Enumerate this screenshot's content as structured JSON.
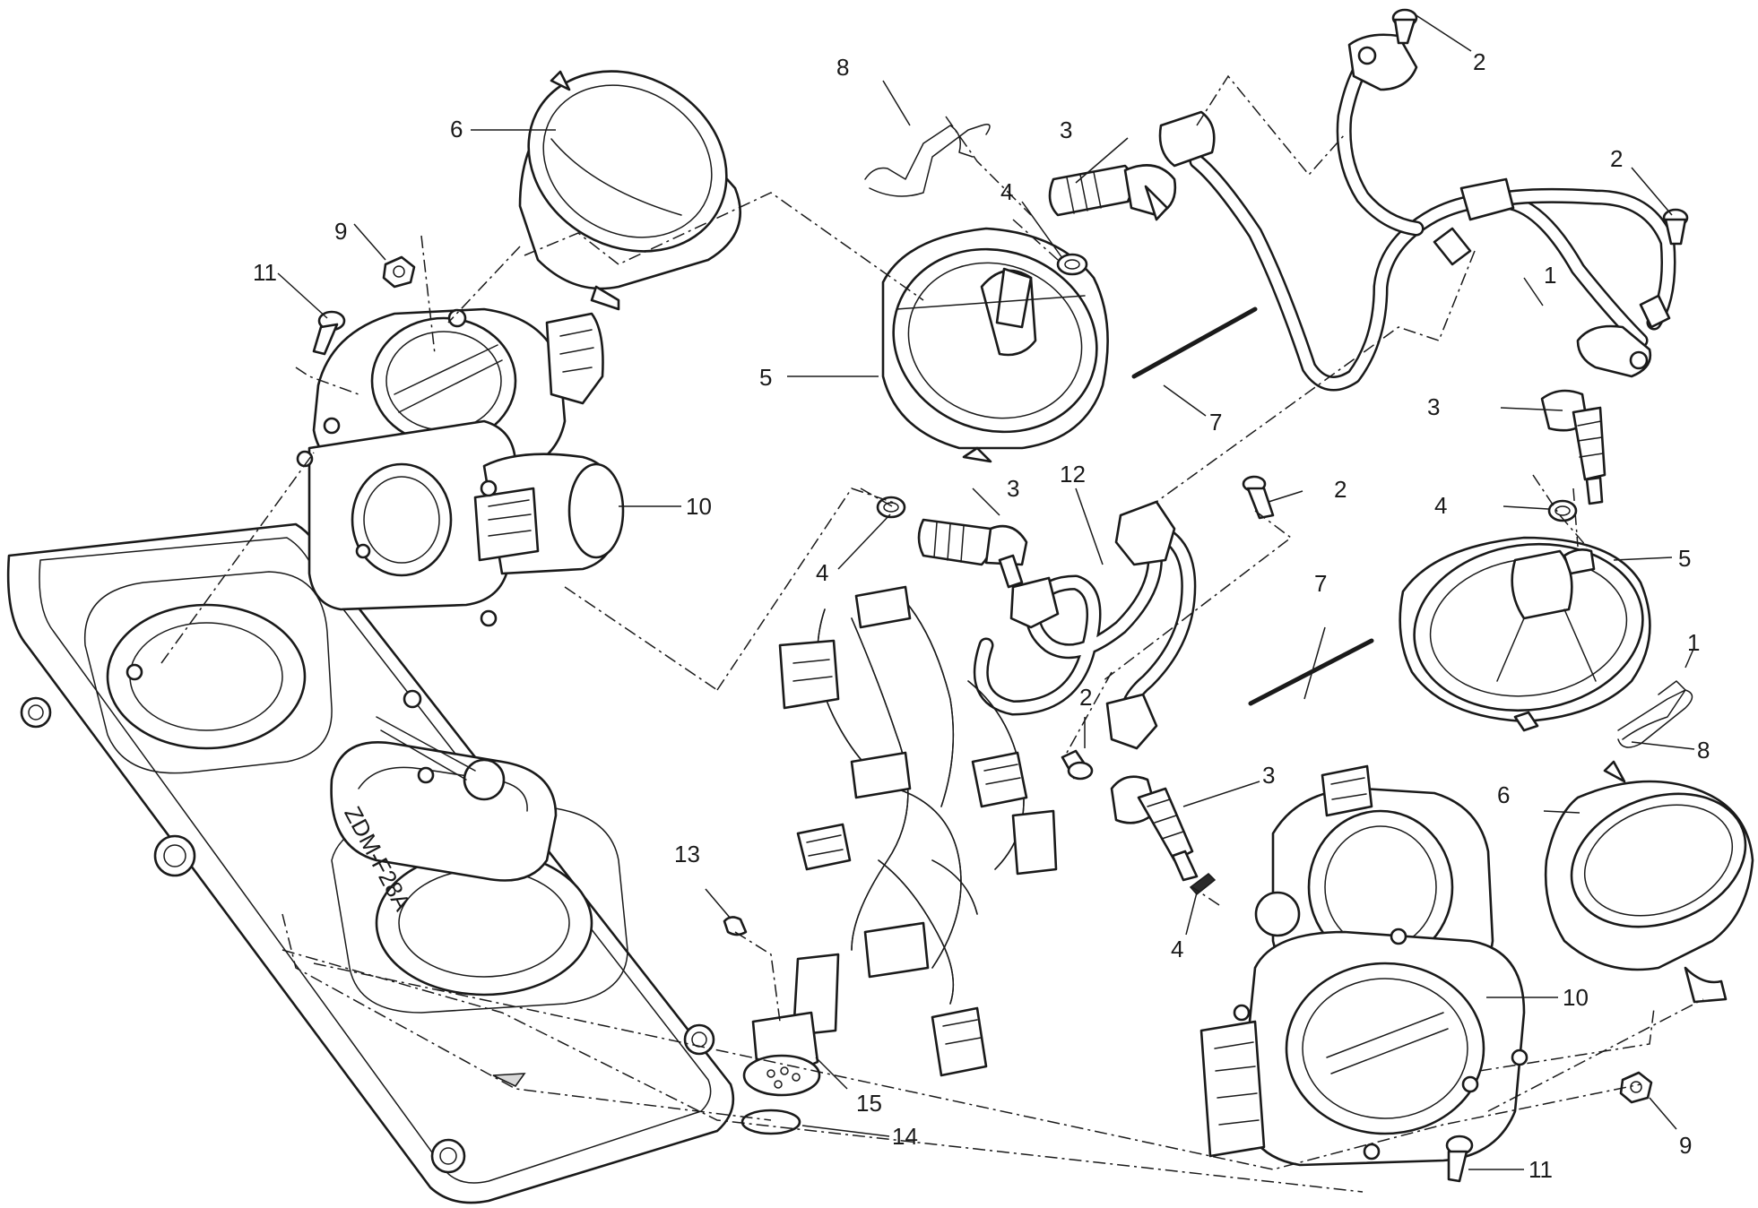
{
  "labels": {
    "c1a": "1",
    "c1b": "1",
    "c2a": "2",
    "c2b": "2",
    "c2c": "2",
    "c2d": "2",
    "c3a": "3",
    "c3b": "3",
    "c3c": "3",
    "c3d": "3",
    "c4a": "4",
    "c4b": "4",
    "c4c": "4",
    "c4d": "4",
    "c5a": "5",
    "c5b": "5",
    "c6a": "6",
    "c6b": "6",
    "c7a": "7",
    "c7b": "7",
    "c8a": "8",
    "c8b": "8",
    "c9a": "9",
    "c9b": "9",
    "c10a": "10",
    "c10b": "10",
    "c11a": "11",
    "c11b": "11",
    "c12": "12",
    "c13": "13",
    "c14": "14",
    "c15": "15"
  },
  "colors": {
    "line": "#1a1a1a",
    "background": "#ffffff",
    "shade": "#d9d9d9"
  }
}
